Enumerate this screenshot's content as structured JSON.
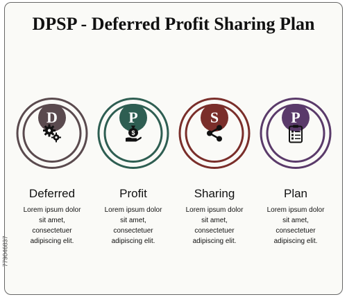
{
  "title": "DPSP - Deferred Profit Sharing Plan",
  "side_id": "779046837",
  "items": [
    {
      "letter": "D",
      "label": "Deferred",
      "icon": "gears-icon",
      "color": "#5a4a4e",
      "desc": [
        "Lorem ipsum dolor",
        "sit amet,",
        "consectetuer",
        "adipiscing elit."
      ]
    },
    {
      "letter": "P",
      "label": "Profit",
      "icon": "money-hand-icon",
      "color": "#2e5e52",
      "desc": [
        "Lorem ipsum dolor",
        "sit amet,",
        "consectetuer",
        "adipiscing elit."
      ]
    },
    {
      "letter": "S",
      "label": "Sharing",
      "icon": "share-icon",
      "color": "#7a2e2a",
      "desc": [
        "Lorem ipsum dolor",
        "sit amet,",
        "consectetuer",
        "adipiscing elit."
      ]
    },
    {
      "letter": "P",
      "label": "Plan",
      "icon": "clipboard-checklist-icon",
      "color": "#5a3a6a",
      "desc": [
        "Lorem ipsum dolor",
        "sit amet,",
        "consectetuer",
        "adipiscing elit."
      ]
    }
  ]
}
